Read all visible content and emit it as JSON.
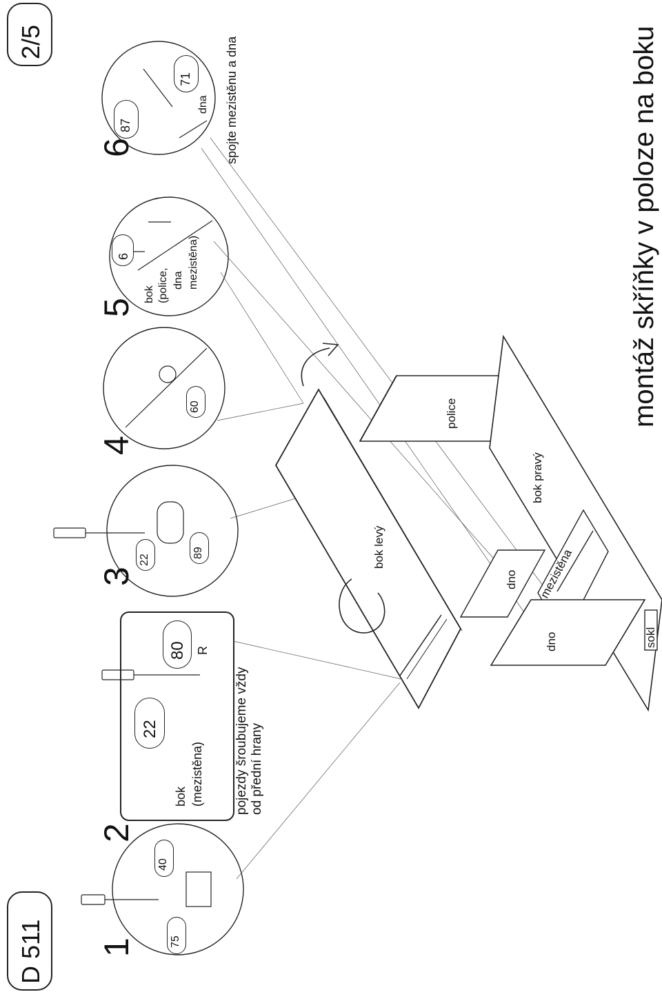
{
  "header": {
    "doc_code": "D 511",
    "page": "2/5"
  },
  "title": "montáž skříňky v poloze na boku",
  "steps": [
    {
      "number": "1",
      "parts": [
        "75",
        "40"
      ]
    },
    {
      "number": "2",
      "parts": [
        "22",
        "80"
      ],
      "panel_label_1": "bok",
      "panel_label_2": "(mezistěna)",
      "marker": "R",
      "note_1": "pojezdy šroubujeme vždy",
      "note_2": "od přední hrany"
    },
    {
      "number": "3",
      "parts": [
        "22",
        "89"
      ]
    },
    {
      "number": "4",
      "parts": [
        "60"
      ]
    },
    {
      "number": "5",
      "parts": [
        "6"
      ],
      "label_1": "bok",
      "label_2": "(police,",
      "label_3": "dna",
      "label_4": "mezistěna)"
    },
    {
      "number": "6",
      "parts": [
        "87",
        "71"
      ],
      "label": "dna",
      "note": "spojte mezistěnu a dna"
    }
  ],
  "assembly_labels": {
    "left_side": "bok levý",
    "right_side": "bok pravý",
    "shelf": "police",
    "bottom_upper": "dno",
    "divider": "mezistěna",
    "bottom_lower": "dno",
    "plinth": "sokl"
  }
}
